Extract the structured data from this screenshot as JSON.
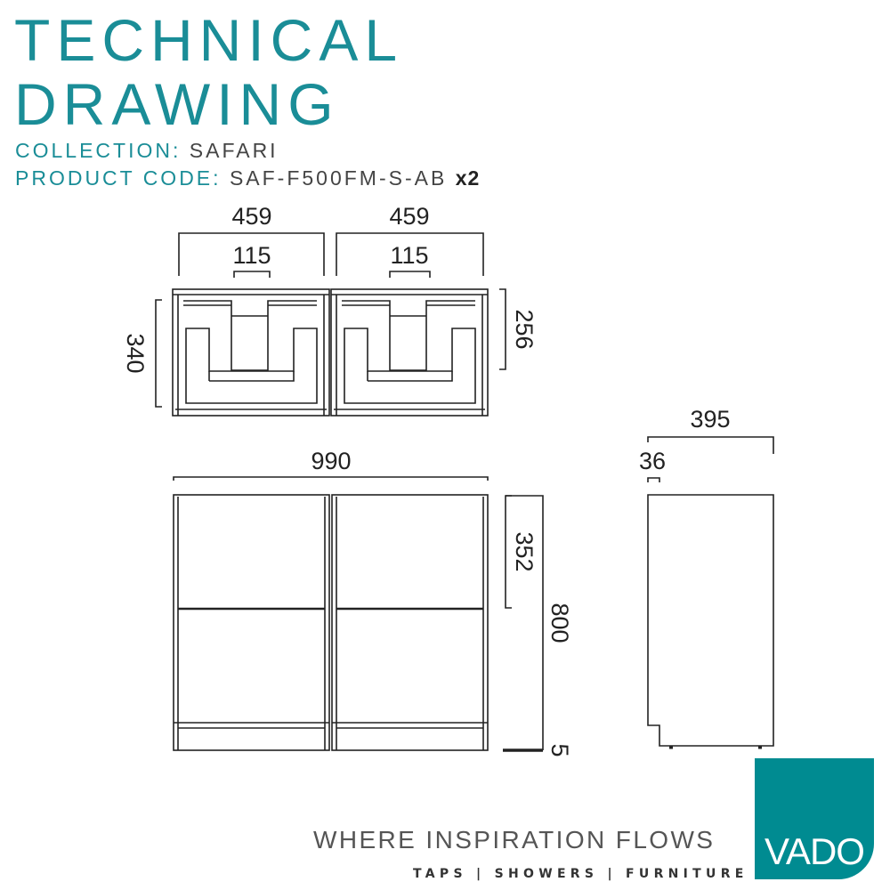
{
  "header": {
    "title_line1": "TECHNICAL",
    "title_line2": "DRAWING",
    "collection_label": "COLLECTION:",
    "collection_value": "SAFARI",
    "product_code_label": "PRODUCT CODE:",
    "product_code_value": "SAF-F500FM-S-AB",
    "quantity": "x2"
  },
  "top_view": {
    "unit_width_left": "459",
    "unit_width_right": "459",
    "cutout_width_left": "115",
    "cutout_width_right": "115",
    "depth": "340",
    "inner_depth": "256"
  },
  "front_view": {
    "overall_width": "990",
    "drawer_height": "352",
    "overall_height": "800",
    "plinth_offset": "5"
  },
  "side_view": {
    "depth": "395",
    "recess": "36"
  },
  "footer": {
    "tagline": "WHERE INSPIRATION FLOWS",
    "subtagline": "TAPS | SHOWERS | FURNITURE",
    "logo_text": "VADO",
    "brand_color": "#008b91"
  }
}
